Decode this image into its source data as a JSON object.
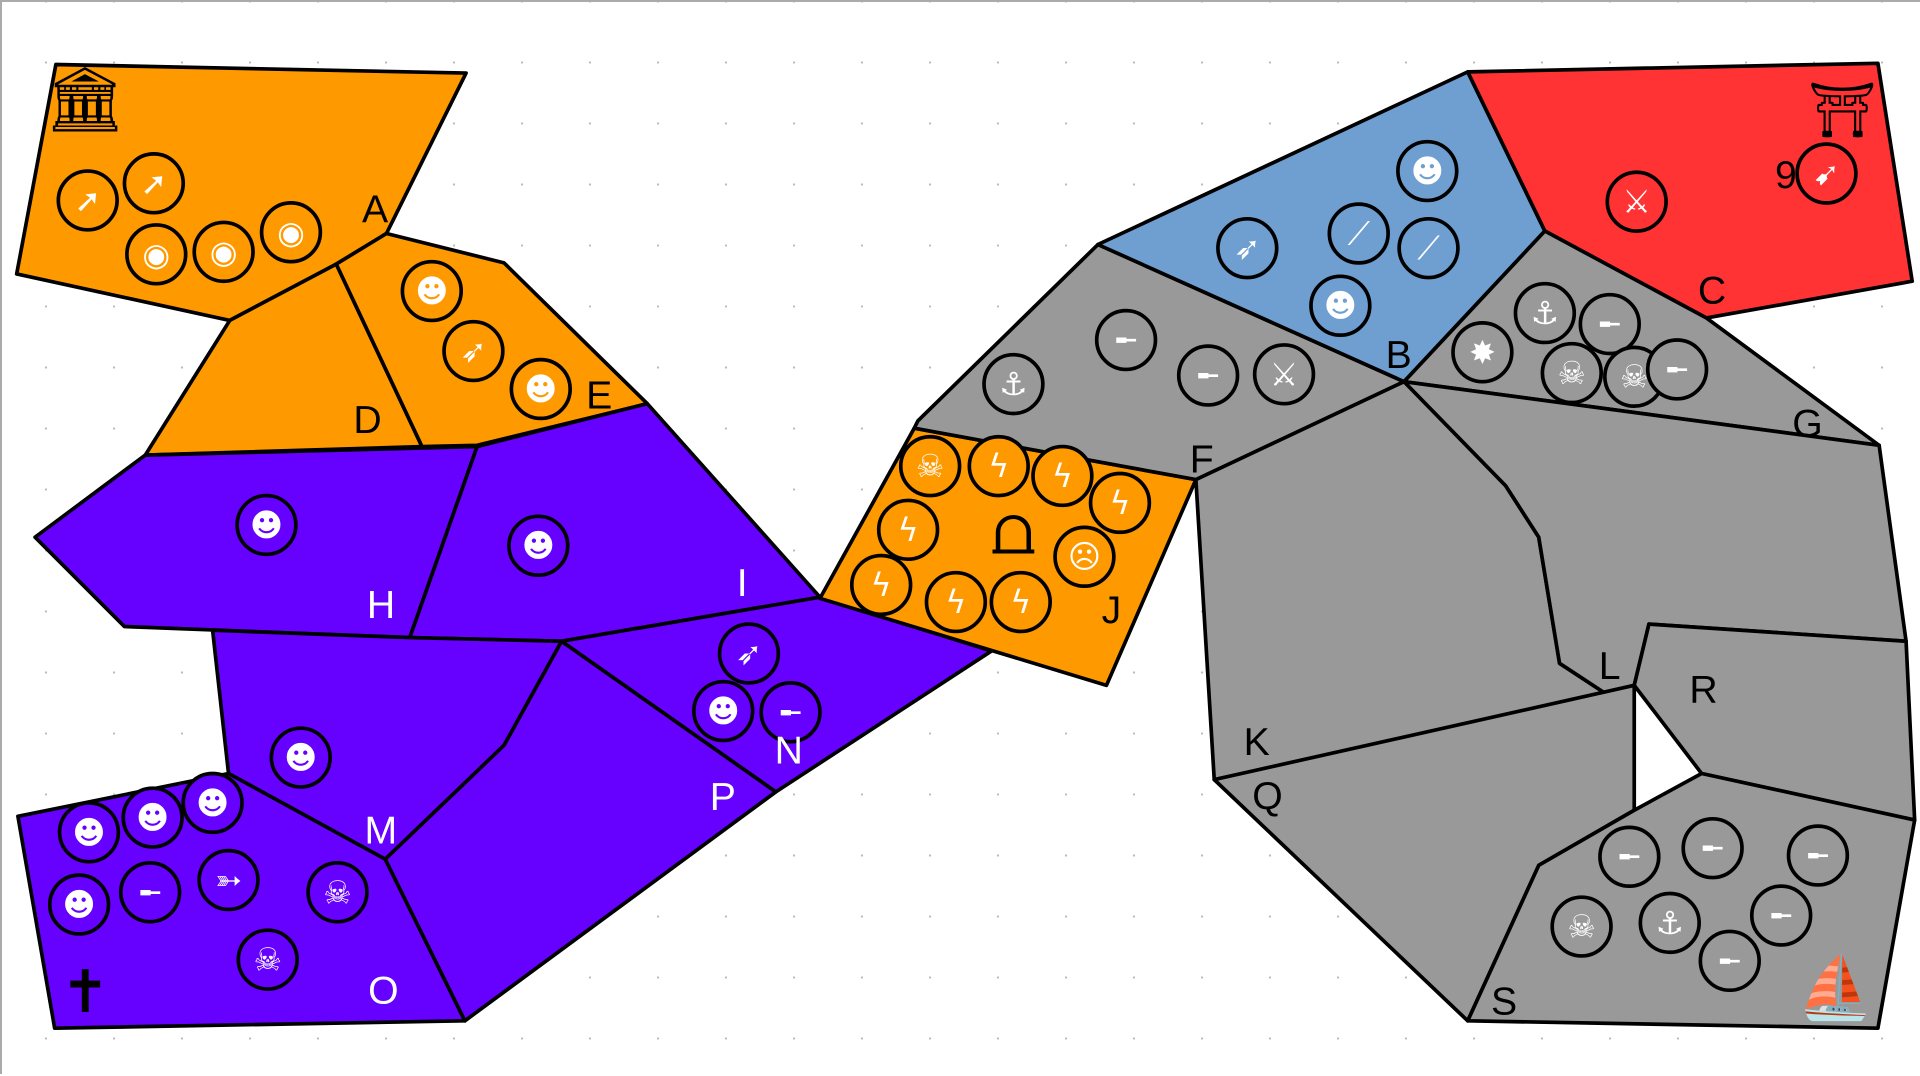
{
  "colors": {
    "orange": "#FF9900",
    "purple": "#6600FF",
    "blue": "#6F9FD0",
    "red": "#FF3333",
    "gray": "#999999"
  },
  "territories": {
    "A": {
      "label": "A",
      "owner": "orange",
      "units": [
        "arrow",
        "arrow",
        "shield-spear",
        "shield-spear",
        "shield-spear"
      ]
    },
    "B": {
      "label": "B",
      "owner": "blue",
      "units": [
        "mask",
        "ballista",
        "spear",
        "spear",
        "mask"
      ]
    },
    "C": {
      "label": "C",
      "owner": "red",
      "units": [
        "samurai",
        "rocket"
      ],
      "count_label": "9"
    },
    "D": {
      "label": "D",
      "owner": "orange",
      "units": []
    },
    "E": {
      "label": "E",
      "owner": "orange",
      "units": [
        "mask",
        "ballista",
        "mask"
      ]
    },
    "F": {
      "label": "F",
      "owner": "gray",
      "units": [
        "anchor",
        "musket",
        "musket",
        "samurai"
      ]
    },
    "G": {
      "label": "G",
      "owner": "gray",
      "units": [
        "bomb",
        "anchor",
        "musket",
        "pirate",
        "pirate",
        "musket"
      ]
    },
    "H": {
      "label": "H",
      "owner": "purple",
      "units": [
        "mask"
      ]
    },
    "I": {
      "label": "I",
      "owner": "purple",
      "units": [
        "mask"
      ]
    },
    "J": {
      "label": "J",
      "owner": "orange",
      "units": [
        "skeleton",
        "lightning",
        "lightning",
        "lightning",
        "lightning",
        "lightning",
        "lightning",
        "lightning",
        "ogre"
      ]
    },
    "K": {
      "label": "K",
      "owner": "gray",
      "units": []
    },
    "L": {
      "label": "L",
      "owner": "gray",
      "units": []
    },
    "M": {
      "label": "M",
      "owner": "purple",
      "units": [
        "mask"
      ]
    },
    "N": {
      "label": "N",
      "owner": "purple",
      "units": [
        "ballista",
        "mask",
        "musket"
      ]
    },
    "O": {
      "label": "O",
      "owner": "purple",
      "units": [
        "mask",
        "mask",
        "mask",
        "mask",
        "musket",
        "bow",
        "skeleton",
        "skeleton"
      ]
    },
    "P": {
      "label": "P",
      "owner": "purple",
      "units": []
    },
    "Q": {
      "label": "Q",
      "owner": "gray",
      "units": []
    },
    "R": {
      "label": "R",
      "owner": "gray",
      "units": []
    },
    "S": {
      "label": "S",
      "owner": "gray",
      "units": [
        "musket",
        "musket",
        "musket",
        "pirate-skull",
        "anchor",
        "musket",
        "musket"
      ]
    }
  },
  "icons": {
    "arrow": "➚",
    "shield-spear": "◉",
    "mask": "☻",
    "ballista": "➶",
    "spear": "⟋",
    "musket": "╾",
    "lightning": "ϟ",
    "skeleton": "☠",
    "ogre": "☹",
    "anchor": "⚓",
    "bomb": "✸",
    "pirate": "☠",
    "pirate-skull": "☠",
    "samurai": "⚔",
    "rocket": "➹",
    "bow": "➳"
  },
  "landmarks": [
    "capital-temple-icon",
    "pagoda-icon",
    "portal-icon",
    "grave-cross-icon",
    "pirate-ship-icon"
  ]
}
